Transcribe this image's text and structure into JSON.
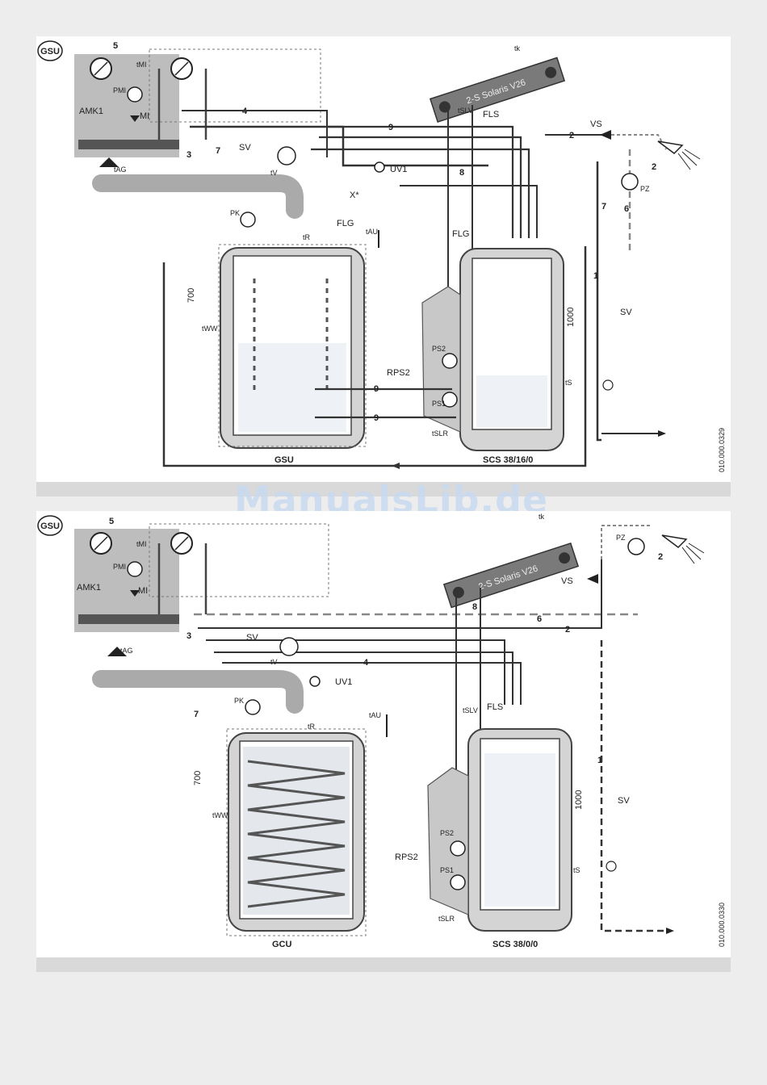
{
  "watermark": "ManualsLib.de",
  "diagram_top": {
    "badge": "GSU",
    "unit_left": "GSU",
    "unit_right": "SCS 38/16/0",
    "collector": "2-S Solaris V26",
    "code": "010.000.0329",
    "amk": "AMK1",
    "labels": {
      "n1": "1",
      "n2": "2",
      "n3": "3",
      "n4": "4",
      "n5": "5",
      "n6": "6",
      "n7": "7",
      "n8": "8",
      "n9": "9",
      "vs": "VS",
      "sv": "SV",
      "uv1": "UV1",
      "flg": "FLG",
      "fls": "FLS",
      "rps2": "RPS2",
      "x": "X*",
      "mi": "MI",
      "d700": "700",
      "d1000": "1000",
      "t_k": "tk",
      "t_mi": "tMI",
      "p_mi": "PMI",
      "t_ag": "tAG",
      "t_v": "tV",
      "t_r": "tR",
      "p_k": "PK",
      "t_au": "tAU",
      "t_ww": "tWW",
      "t_slv": "tSLV",
      "t_slr": "tSLR",
      "p_s1": "PS1",
      "p_s2": "PS2",
      "t_s": "tS",
      "p_z": "PZ"
    }
  },
  "diagram_bottom": {
    "badge": "GSU",
    "unit_left": "GCU",
    "unit_right": "SCS 38/0/0",
    "collector": "2-S Solaris V26",
    "code": "010.000.0330",
    "amk": "AMK1",
    "labels": {
      "n1": "1",
      "n2": "2",
      "n3": "3",
      "n4": "4",
      "n5": "5",
      "n6": "6",
      "n7": "7",
      "n8": "8",
      "vs": "VS",
      "sv": "SV",
      "uv1": "UV1",
      "fls": "FLS",
      "rps2": "RPS2",
      "mi": "MI",
      "d700": "700",
      "d1000": "1000",
      "t_k": "tk",
      "t_mi": "tMI",
      "p_mi": "PMI",
      "t_ag": "tAG",
      "t_v": "tV",
      "t_r": "tR",
      "p_k": "PK",
      "t_au": "tAU",
      "t_ww": "tWW",
      "t_slv": "tSLV",
      "t_slr": "tSLR",
      "p_s1": "PS1",
      "p_s2": "PS2",
      "t_s": "tS",
      "p_z": "PZ"
    }
  }
}
